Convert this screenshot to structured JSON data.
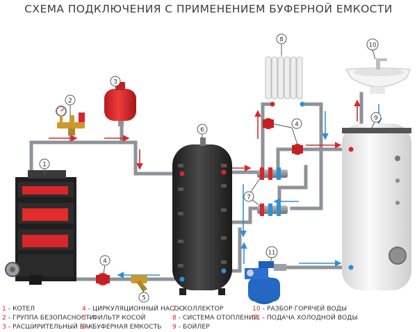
{
  "title": "СХЕМА ПОДКЛЮЧЕНИЯ С ПРИМЕНЕНИЕМ БУФЕРНОЙ ЕМКОСТИ",
  "callouts": [
    "1",
    "2",
    "3",
    "4",
    "4",
    "5",
    "6",
    "7",
    "7",
    "8",
    "9",
    "10",
    "11"
  ],
  "legend": [
    {
      "num": "1",
      "text": "КОТЕЛ"
    },
    {
      "num": "2",
      "text": "ГРУППА БЕЗОПАСНОСТИ"
    },
    {
      "num": "3",
      "text": "РАСШИРИТЕЛЬНЫЙ БАК"
    },
    {
      "num": "4",
      "text": "ЦИРКУЛЯЦИОННЫЙ НАСОС"
    },
    {
      "num": "5",
      "text": "ФИЛЬТР КОСОЙ"
    },
    {
      "num": "6",
      "text": "БУФЕРНАЯ ЕМКОСТЬ"
    },
    {
      "num": "7",
      "text": "КОЛЛЕКТОР"
    },
    {
      "num": "8",
      "text": "СИСТЕМА ОТОПЛЕНИЯ"
    },
    {
      "num": "9",
      "text": "БОЙЛЕР"
    },
    {
      "num": "10",
      "text": "РАЗБОР ГОРЯЧЕЙ ВОДЫ"
    },
    {
      "num": "11",
      "text": "ПОДАЧА ХОЛОДНОЙ ВОДЫ"
    }
  ],
  "colors": {
    "hot": "#d9262b",
    "cold": "#2f8fd8",
    "pipe": "#8e9399",
    "tank": "#2c2c2c",
    "boiler": "#e9e9e9",
    "pump": "#1e5fb8"
  }
}
